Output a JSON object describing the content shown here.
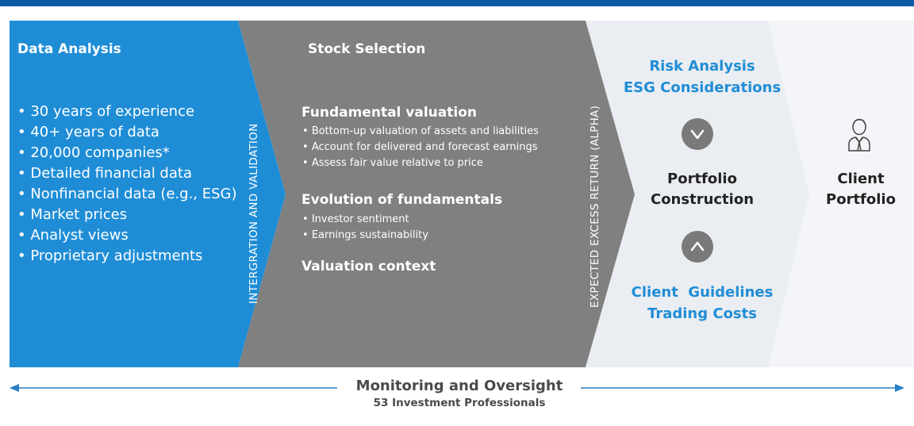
{
  "colors": {
    "brand_blue": "#0b5aa5",
    "panel_blue": "#1f8dd6",
    "panel_gray": "#808080",
    "panel_light": "#eef1f5",
    "circle_gray": "#7a7a7a",
    "arrow_blue": "#2a7fc4"
  },
  "data_analysis": {
    "title": "Data Analysis",
    "items": [
      "30 years of experience",
      "40+ years of data",
      "20,000 companies*",
      "Detailed financial data",
      "Nonfinancial data (e.g., ESG)",
      "Market prices",
      "Analyst views",
      "Proprietary adjustments"
    ]
  },
  "integration_label": "INTERGRATION AND VALIDATION",
  "stock_selection": {
    "title": "Stock Selection",
    "sections": [
      {
        "heading": "Fundamental valuation",
        "items": [
          "Bottom-up valuation of assets and liabilities",
          "Account for delivered and  forecast earnings",
          "Assess fair value relative to price"
        ]
      },
      {
        "heading": "Evolution of fundamentals",
        "items": [
          "Investor sentiment",
          "Earnings sustainability"
        ]
      },
      {
        "heading": "Valuation context",
        "items": []
      }
    ]
  },
  "alpha_label": "EXPECTED EXCESS RETURN (ALPHA)",
  "portfolio_construction": {
    "top_lines": [
      "Risk Analysis",
      "ESG Considerations"
    ],
    "center_lines": [
      "Portfolio",
      "Construction"
    ],
    "bottom_lines": [
      "Client  Guidelines",
      "Trading Costs"
    ],
    "down_icon": "chevron-down-icon",
    "up_icon": "chevron-up-icon"
  },
  "client_portfolio": {
    "icon": "person-icon",
    "lines": [
      "Client",
      "Portfolio"
    ]
  },
  "monitoring": {
    "title": "Monitoring and Oversight",
    "subtitle": "53 Investment Professionals"
  }
}
